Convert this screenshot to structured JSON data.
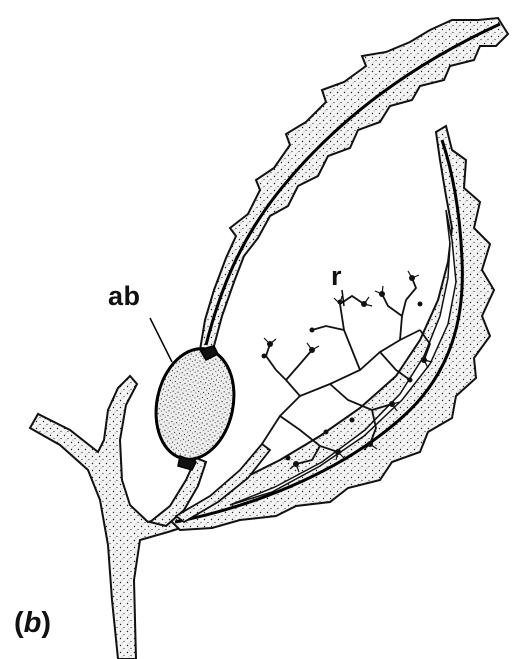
{
  "figure": {
    "labels": {
      "air_bladder": "ab",
      "rhizoid": "r",
      "panel_open": "(",
      "panel_letter": "b",
      "panel_close": ")"
    },
    "colors": {
      "ink": "#111111",
      "stipple_fill": "#ececec",
      "background": "#ffffff"
    }
  }
}
